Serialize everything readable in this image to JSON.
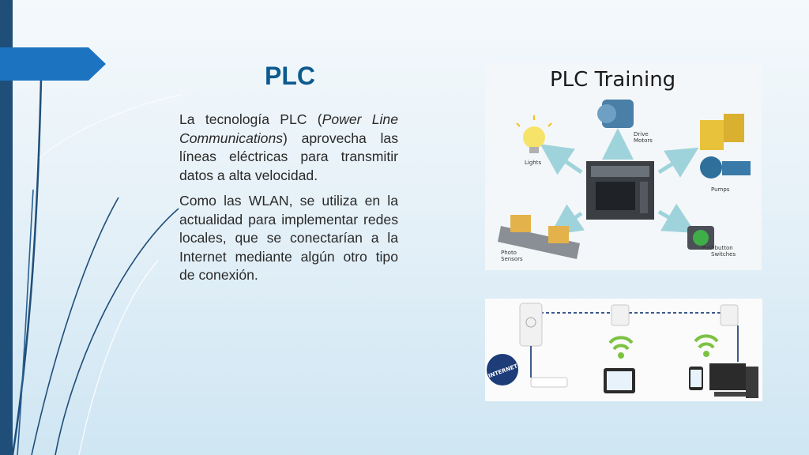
{
  "slide": {
    "title": "PLC",
    "paragraph1": {
      "prefix": "La tecnología PLC (",
      "italic": "Power Line Communications",
      "suffix": ") aprovecha las líneas eléctricas para transmitir datos a alta velocidad."
    },
    "paragraph2": "Como las WLAN, se utiliza en la actualidad para implementar redes locales, que se conectarían a la Internet mediante algún otro tipo de conexión."
  },
  "plc_image": {
    "title": "PLC Training",
    "labels": {
      "lights": "Lights",
      "drive": "Drive",
      "motors": "Motors",
      "pumps": "Pumps",
      "photo": "Photo",
      "sensors": "Sensors",
      "pushbutton": "Pushbutton",
      "switches": "Switches"
    }
  },
  "network_image": {
    "internet_label": "INTERNET"
  },
  "colors": {
    "accent": "#1c74c0",
    "title": "#0d5a8f",
    "sidebar": "#1f4e79",
    "arrow": "#9fd3dc",
    "wifi": "#7cc242"
  }
}
